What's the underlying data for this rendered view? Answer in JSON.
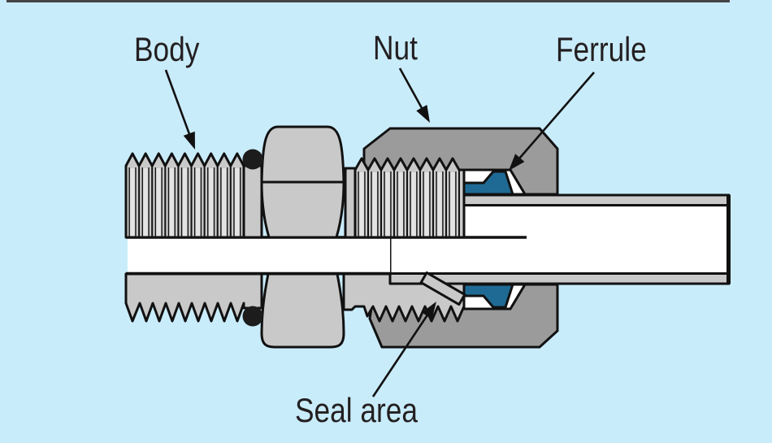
{
  "diagram": {
    "type": "engineering-cross-section",
    "subject": "tube compression fitting",
    "labels": {
      "body": "Body",
      "nut": "Nut",
      "ferrule": "Ferrule",
      "seal_area": "Seal area"
    },
    "parts": [
      {
        "name": "Body",
        "callout_target": "external threaded body on the left"
      },
      {
        "name": "Nut",
        "callout_target": "dark gray compression nut on the right"
      },
      {
        "name": "Ferrule",
        "callout_target": "teal ferrule inside the nut gripping the tube"
      },
      {
        "name": "Seal area",
        "callout_target": "thread/ferrule interface highlighted by slanted tab"
      }
    ],
    "colors": {
      "background": "#c9ecfb",
      "body_gray": "#c9c9c9",
      "body_gray_light": "#e3e3e3",
      "nut_gray": "#9b9b9b",
      "ferrule_teal": "#1f6a94",
      "outline": "#111111",
      "o_ring": "#1c1c1c",
      "text": "#231f20",
      "top_edge_bar": "#454545"
    }
  }
}
